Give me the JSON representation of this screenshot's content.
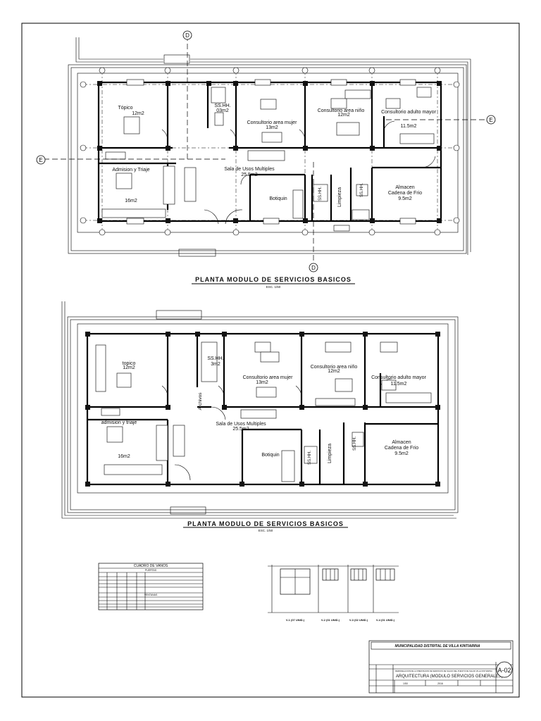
{
  "plan_top": {
    "title": "PLANTA MODULO DE SERVICIOS BASICOS",
    "scale": "ESC. 1/50",
    "rooms": {
      "topico": {
        "name": "Tópico",
        "area": "12m2"
      },
      "sshh": {
        "name": "SS.HH.",
        "area": "03m2"
      },
      "mujer": {
        "name": "Consultorio area mujer",
        "area": "13m2"
      },
      "nino": {
        "name": "Consultorio area niño",
        "area": "12m2"
      },
      "mayor": {
        "name": "Consultorio adulto mayor",
        "area": "11.5m2"
      },
      "admision": {
        "name": "Admision y Triaje",
        "area": "16m2"
      },
      "sum": {
        "name": "Sala de Usos Multiples",
        "area": "25.5m2"
      },
      "botiquin": {
        "name": "Botiquin"
      },
      "sshh2": {
        "name": "SS.HH."
      },
      "limpieza": {
        "name": "Limpieza"
      },
      "sshh3": {
        "name": "SS.HH."
      },
      "almacen": {
        "name": "Almacen",
        "name2": "Cadena de Frio",
        "area": "9.5m2"
      }
    },
    "section_d": "D",
    "section_e": "E"
  },
  "plan_bottom": {
    "title": "PLANTA MODULO DE SERVICIOS BASICOS",
    "scale": "ESC. 1/50",
    "rooms": {
      "topico": {
        "name": "topico",
        "area": "12m2"
      },
      "sshh": {
        "name": "SS.HH.",
        "area": "3m2"
      },
      "mujer": {
        "name": "Consultorio area mujer",
        "area": "13m2"
      },
      "nino": {
        "name": "Consultorio area niño",
        "area": "12m2"
      },
      "mayor": {
        "name": "Consultorio adulto mayor",
        "area": "11.5m2"
      },
      "admision": {
        "name": "admision y triaje",
        "area": "16m2"
      },
      "sum": {
        "name": "Sala de Usos Multiples",
        "area": "25.5m2"
      },
      "botiquin": {
        "name": "Botiquin"
      },
      "sshh2": {
        "name": "SS.HH."
      },
      "limpieza": {
        "name": "Limpieza"
      },
      "sshh3": {
        "name": "SS.HH."
      },
      "almacen": {
        "name": "Almacen",
        "name2": "Cadena de Frio",
        "area": "9.5m2"
      },
      "archivos": {
        "name": "Archivos"
      }
    }
  },
  "schedule": {
    "title": "CUADRO DE VANOS",
    "sub1": "PUERTAS",
    "sub2": "VENTANAS"
  },
  "elevations": {
    "labels": [
      "V-1 (07 UNID.)",
      "V-2 (01 UNID.)",
      "V-3 (02 UNID.)",
      "V-4 (01 UNID.)"
    ]
  },
  "titleblock": {
    "entity": "MUNICIPALIDAD DISTRITAL DE  VILLA KINTIARINA",
    "project": "REMODELACION DE LA PRESTACION DE SERVICIOS DE SALUD DEL PUESTO DE SALUD VILLA KINTIARINA",
    "sheet_title": "ARQUITECTURA (MODULO SERVICIOS GENERALES)",
    "sheet_no": "A-02",
    "scale": "1/50",
    "fecha": "2016"
  }
}
